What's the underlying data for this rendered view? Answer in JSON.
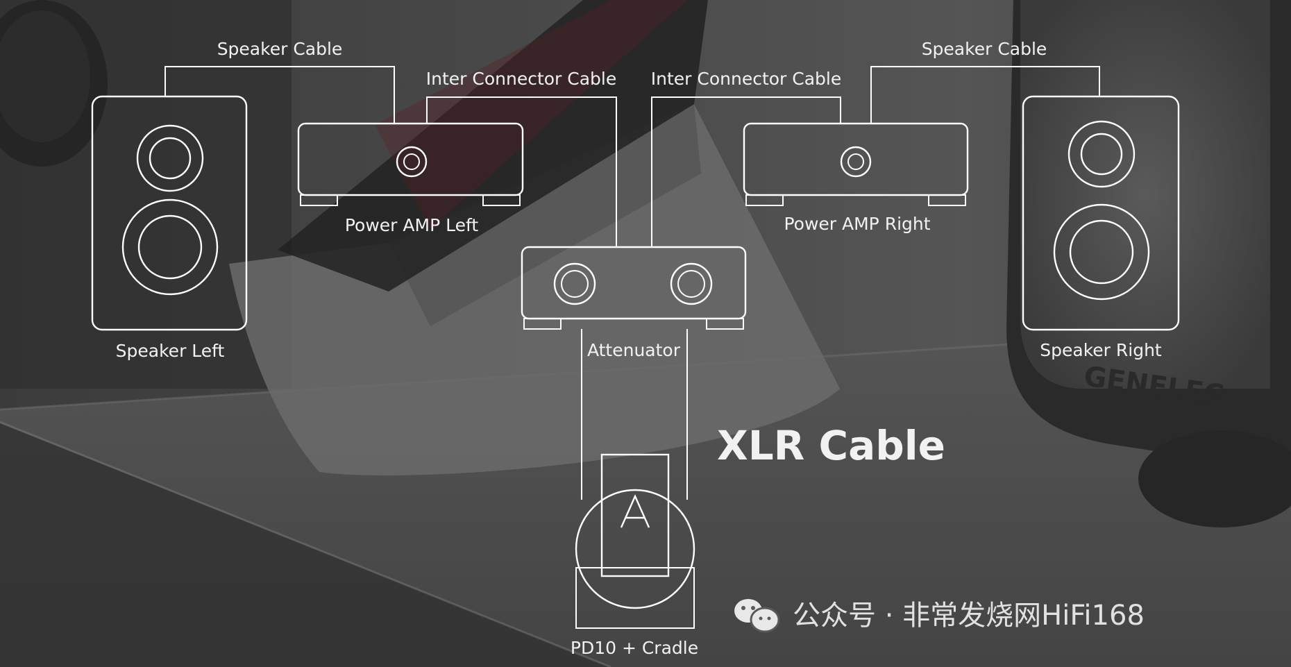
{
  "labels": {
    "speaker_cable_left": "Speaker Cable",
    "speaker_cable_right": "Speaker Cable",
    "inter_connector_left": "Inter Connector Cable",
    "inter_connector_right": "Inter Connector Cable",
    "power_amp_left": "Power AMP Left",
    "power_amp_right": "Power AMP Right",
    "speaker_left": "Speaker Left",
    "speaker_right": "Speaker Right",
    "attenuator": "Attenuator",
    "xlr_cable": "XLR Cable",
    "pd10_cradle": "PD10 + Cradle"
  },
  "watermark": {
    "text": "公众号 · 非常发烧网HiFi168",
    "icon": "wechat-icon"
  },
  "background_text": {
    "brand": "GENELEC"
  },
  "colors": {
    "line": "#ffffff",
    "background": "#3a3a3a"
  }
}
